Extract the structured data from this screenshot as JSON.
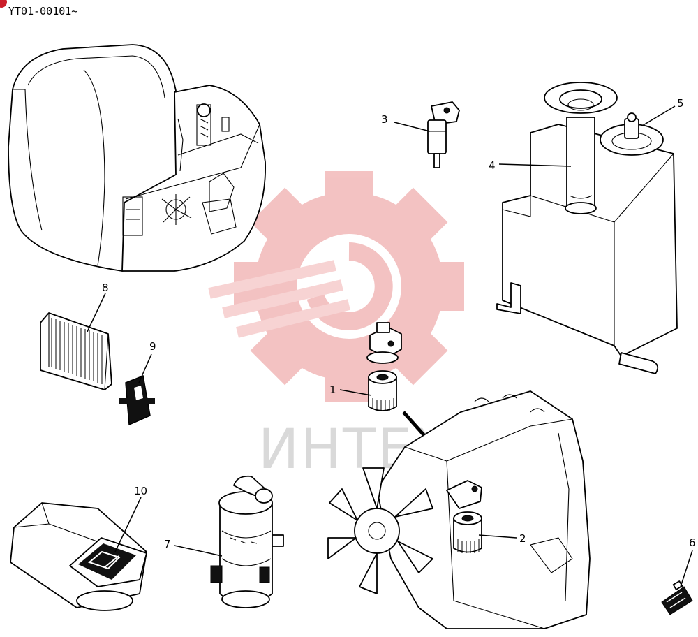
{
  "header": {
    "code": "YT01-00101~",
    "corner_mark_color": "#cc1f2b"
  },
  "watermark": {
    "text": "ИНТЕХ",
    "gear_color": "#f2b8b8",
    "text_color": "#d9d9d9"
  },
  "callouts": [
    {
      "id": "c1",
      "label": "1"
    },
    {
      "id": "c2",
      "label": "2"
    },
    {
      "id": "c3",
      "label": "3"
    },
    {
      "id": "c4",
      "label": "4"
    },
    {
      "id": "c5",
      "label": "5"
    },
    {
      "id": "c6",
      "label": "6"
    },
    {
      "id": "c7",
      "label": "7"
    },
    {
      "id": "c8",
      "label": "8"
    },
    {
      "id": "c9",
      "label": "9"
    },
    {
      "id": "c10",
      "label": "10"
    }
  ]
}
